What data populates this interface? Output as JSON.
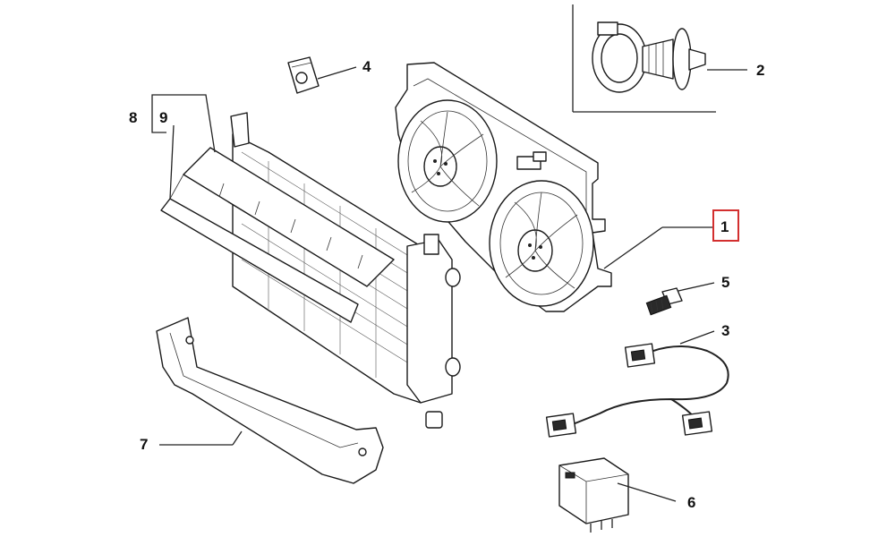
{
  "callouts": [
    {
      "id": "1",
      "label": "1",
      "highlighted": true
    },
    {
      "id": "2",
      "label": "2"
    },
    {
      "id": "3",
      "label": "3"
    },
    {
      "id": "4",
      "label": "4"
    },
    {
      "id": "5",
      "label": "5"
    },
    {
      "id": "6",
      "label": "6"
    },
    {
      "id": "7",
      "label": "7"
    },
    {
      "id": "8",
      "label": "8"
    },
    {
      "id": "9",
      "label": "9"
    }
  ],
  "colors": {
    "highlight": "#d32f2f",
    "line": "#222222",
    "background": "#ffffff"
  }
}
